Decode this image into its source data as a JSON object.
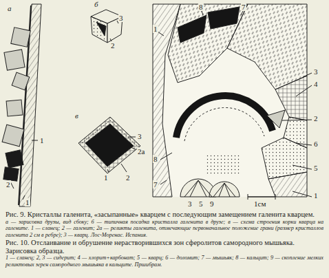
{
  "diagram": {
    "caption": "Рис. 9. Кристаллы галенита, «засыпанные» кварцем с последующим замещением галенита кварцем.",
    "labels": [
      "а",
      "б",
      "3",
      "2",
      "1",
      "2",
      "1",
      "в",
      "3",
      "2а",
      "1",
      "2",
      "1",
      "8",
      "7",
      "3",
      "4",
      "2",
      "6",
      "5",
      "1",
      "8",
      "7",
      "3",
      "5",
      "9",
      "1см",
      "а — зарисовка друзы, вид сбоку; б — типичная посадка кристалла галенита в друзе; в — схема строения корки кварца на галените. 1 — сланец; 2 — галенит; 2а — реликты галенита, отмечающие первоначальное положение грани (размер кристаллов галенита 2 см в ребре); 3 — кварц. Лос-Моренас. Испания.",
      "Рис. 10. Отслаивание и обрушение нерастворившихся зон сферолитов самородного мышьяка. Зарисовка образца.",
      "1 — сланец; 2, 3 — сидерит; 4 — хлорит+карбонат; 5 — кварц; 6 — доломит; 7 — мышьяк; 8 — кальцит; 9 — скопление мелких реликтовых зерен самородного мышьяка в кальците. Пршибрам."
    ]
  }
}
